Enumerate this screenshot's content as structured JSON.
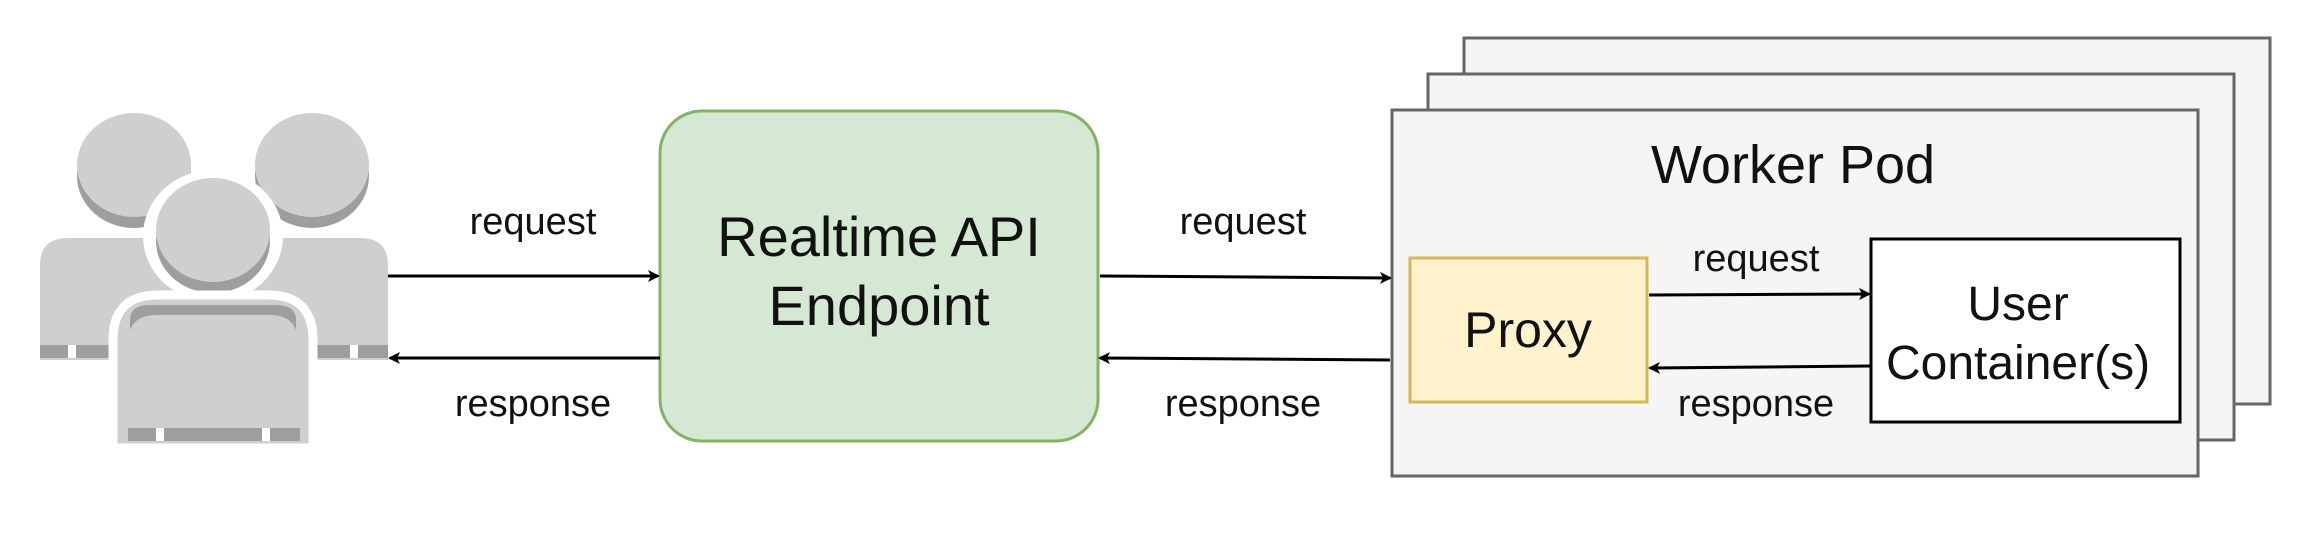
{
  "nodes": {
    "users": {
      "icon": "users-group-icon",
      "color": "#cfcfcf",
      "shade": "#9e9e9e"
    },
    "endpoint": {
      "line1": "Realtime API",
      "line2": "Endpoint",
      "fill": "#d5e8d4",
      "stroke": "#82b366"
    },
    "worker_pod": {
      "title": "Worker Pod",
      "fill": "#f5f5f5",
      "stroke": "#666666"
    },
    "proxy": {
      "label": "Proxy",
      "fill": "#fff2cc",
      "stroke": "#d6b656"
    },
    "user_container": {
      "line1": "User",
      "line2": "Container(s)",
      "fill": "#ffffff",
      "stroke": "#000000"
    }
  },
  "edges": {
    "users_to_endpoint": {
      "label": "request"
    },
    "endpoint_to_users": {
      "label": "response"
    },
    "endpoint_to_pod": {
      "label": "request"
    },
    "pod_to_endpoint": {
      "label": "response"
    },
    "proxy_to_container": {
      "label": "request"
    },
    "container_to_proxy": {
      "label": "response"
    }
  }
}
